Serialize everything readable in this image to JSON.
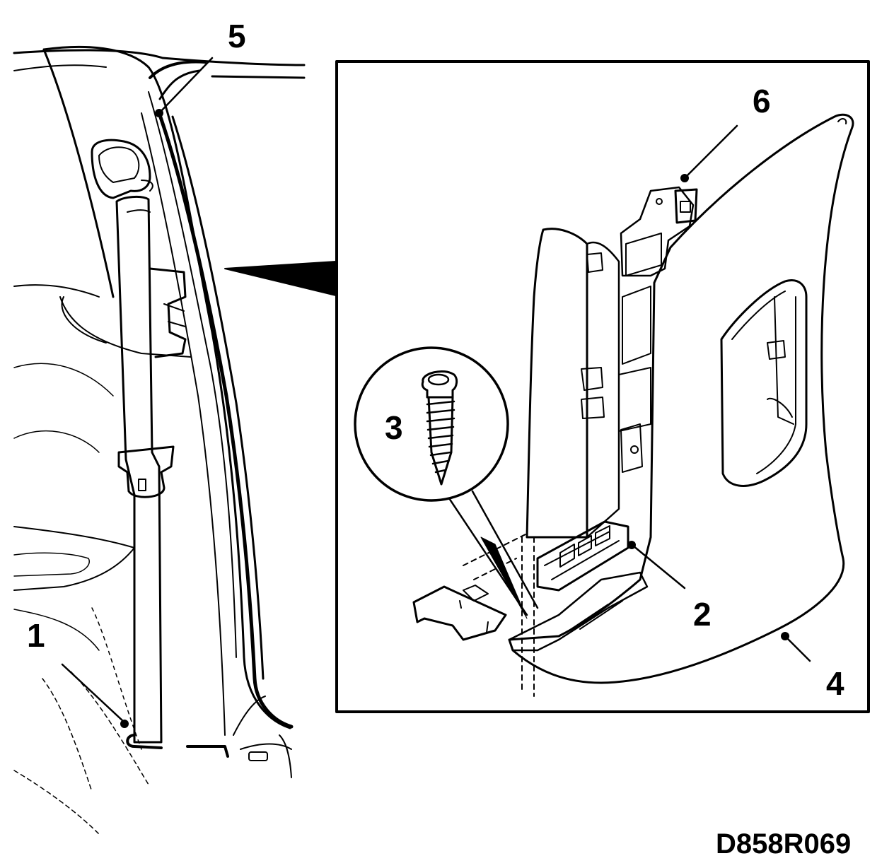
{
  "callouts": {
    "c1": "1",
    "c2": "2",
    "c3": "3",
    "c4": "4",
    "c5": "5",
    "c6": "6"
  },
  "figure_code": "D858R069",
  "colors": {
    "ink": "#000000",
    "background": "#ffffff"
  }
}
